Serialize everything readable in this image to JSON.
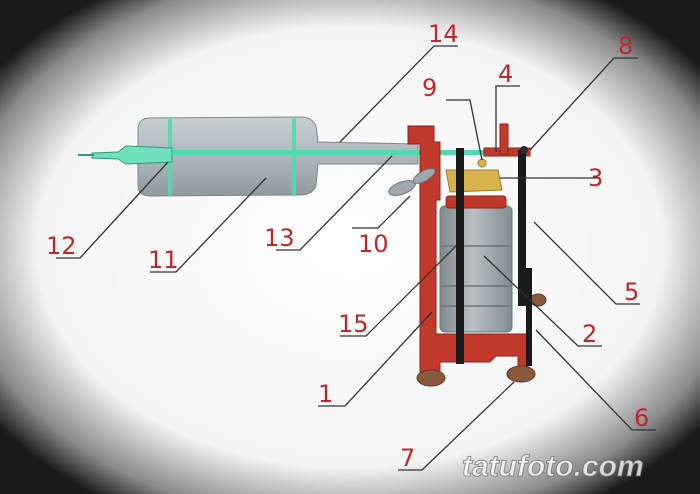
{
  "labels": {
    "l1": "1",
    "l2": "2",
    "l3": "3",
    "l4": "4",
    "l5": "5",
    "l6": "6",
    "l7": "7",
    "l8": "8",
    "l9": "9",
    "l10": "10",
    "l11": "11",
    "l12": "12",
    "l13": "13",
    "l14": "14",
    "l15": "15"
  },
  "watermark": "tatufoto.com",
  "colors": {
    "frame": "#c0392b",
    "leader": "#333333",
    "label": "#c0272d",
    "grip": "#a9b4b8",
    "needle": "#4fd9b0",
    "coil": "#9aa3a8",
    "contact": "#d8b24a",
    "spring": "#1a1a1a",
    "foot": "#8a5a3c"
  }
}
